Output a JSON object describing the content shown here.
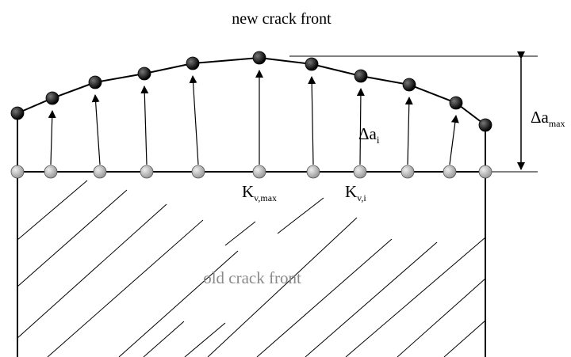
{
  "labels": {
    "new_front": "new crack front",
    "old_front": "old crack front",
    "delta_a": "Δa",
    "delta_a_sub": "i",
    "delta_a_max": "Δa",
    "delta_a_max_sub": "max",
    "k": "K",
    "k_max_sub": "v,max",
    "k_i_sub": "v,i"
  },
  "colors": {
    "line": "#000000",
    "old_node": "#b4b4b4",
    "new_node": "#1a1a1a",
    "old_label": "#8a8a8a"
  },
  "node_count": 11
}
